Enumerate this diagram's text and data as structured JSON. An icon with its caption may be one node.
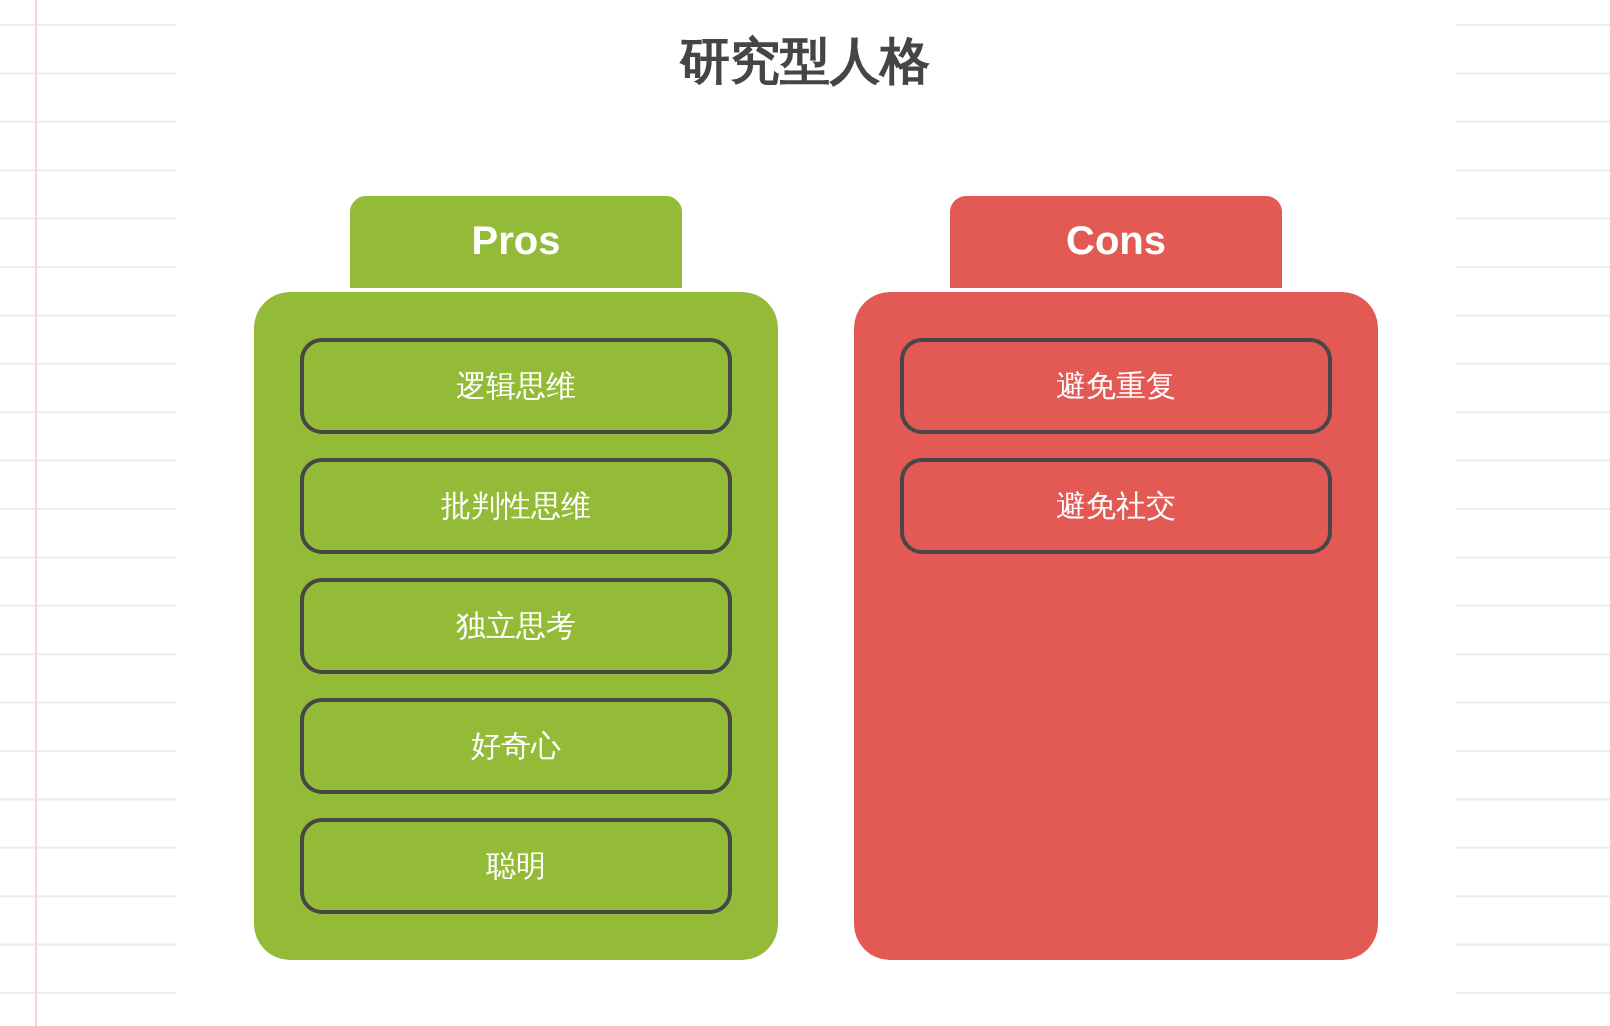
{
  "diagram": {
    "title": "研究型人格",
    "nodes": [
      {
        "text": [
          "Pros"
        ]
      },
      {
        "text": [
          "逻辑思维"
        ],
        "in": 0
      },
      {
        "text": [
          "批判性思维"
        ],
        "in": 0
      },
      {
        "text": [
          "独立思考"
        ],
        "in": 0
      },
      {
        "text": [
          "好奇心"
        ],
        "in": 0
      },
      {
        "text": [
          "聪明"
        ],
        "in": 0
      },
      {
        "text": [
          "Cons"
        ]
      },
      {
        "text": [
          "避免重复"
        ],
        "in": 6
      },
      {
        "text": [
          "避免社交"
        ],
        "in": 6
      }
    ]
  }
}
